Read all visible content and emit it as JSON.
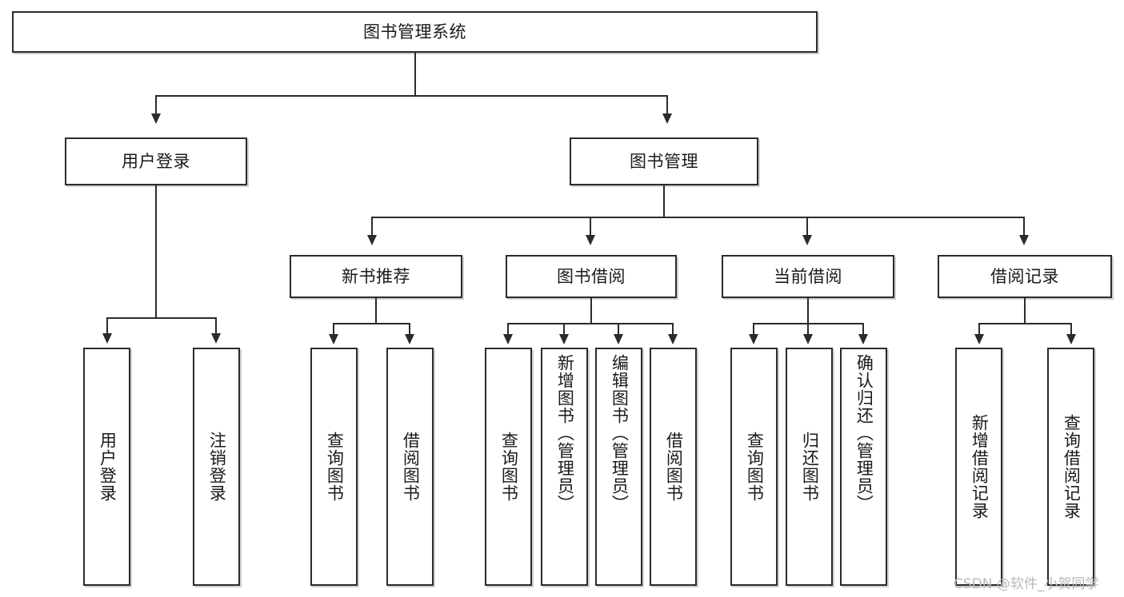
{
  "diagram": {
    "title_node": {
      "label": "图书管理系统"
    },
    "level2": [
      {
        "label": "用户登录"
      },
      {
        "label": "图书管理"
      }
    ],
    "level3": [
      {
        "label": "新书推荐"
      },
      {
        "label": "图书借阅"
      },
      {
        "label": "当前借阅"
      },
      {
        "label": "借阅记录"
      }
    ],
    "leaves": {
      "user_login": [
        {
          "label": "用户登录"
        },
        {
          "label": "注销登录"
        }
      ],
      "new_book_recommend": [
        {
          "label": "查询图书"
        },
        {
          "label": "借阅图书"
        }
      ],
      "book_borrow": [
        {
          "label": "查询图书"
        },
        {
          "label": "新增图书（管理员）"
        },
        {
          "label": "编辑图书（管理员）"
        },
        {
          "label": "借阅图书"
        }
      ],
      "current_borrow": [
        {
          "label": "查询图书"
        },
        {
          "label": "归还图书"
        },
        {
          "label": "确认归还（管理员）"
        }
      ],
      "borrow_record": [
        {
          "label": "新增借阅记录"
        },
        {
          "label": "查询借阅记录"
        }
      ]
    }
  },
  "watermark": {
    "text": "CSDN @软件_小贺同学"
  },
  "colors": {
    "line": "#2b2b2b",
    "box_fill": "#ffffff",
    "text": "#1a1a1a",
    "watermark": "#b9b9b9"
  }
}
